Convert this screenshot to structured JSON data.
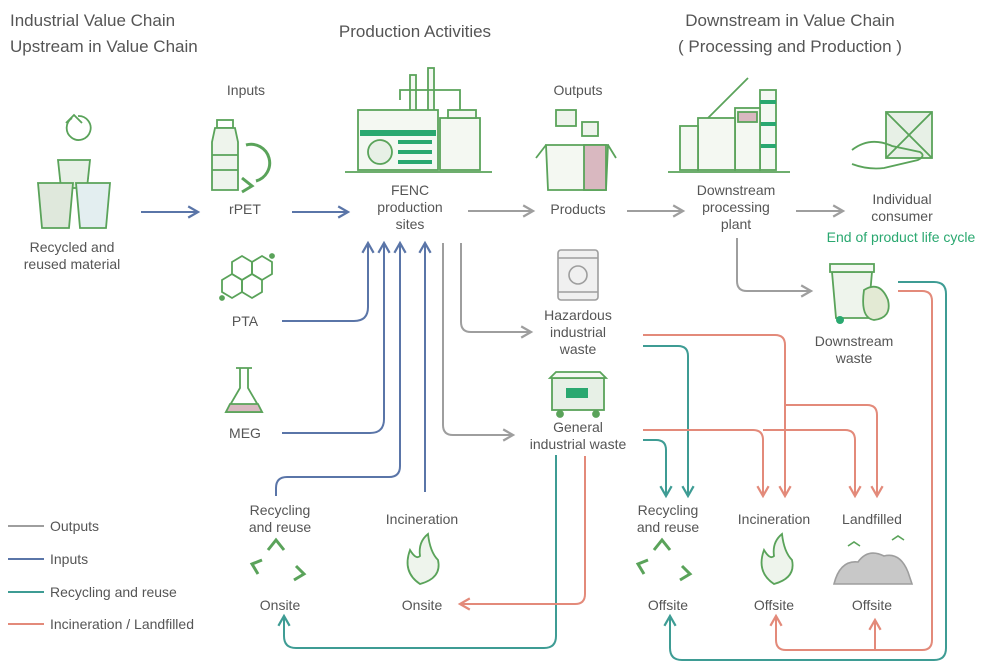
{
  "headers": {
    "left_line1": "Industrial Value Chain",
    "left_line2": "Upstream in Value Chain",
    "middle": "Production Activities",
    "right_line1": "Downstream in Value Chain",
    "right_line2": "( Processing and Production )"
  },
  "section_labels": {
    "inputs": "Inputs",
    "outputs": "Outputs"
  },
  "nodes": {
    "recycled_line1": "Recycled and",
    "recycled_line2": "reused material",
    "rpet": "rPET",
    "pta": "PTA",
    "meg": "MEG",
    "fenc_line1": "FENC",
    "fenc_line2": "production",
    "fenc_line3": "sites",
    "products": "Products",
    "downstream_plant_line1": "Downstream",
    "downstream_plant_line2": "processing",
    "downstream_plant_line3": "plant",
    "consumer_line1": "Individual",
    "consumer_line2": "consumer",
    "end_of_life": "End of product life cycle",
    "hazardous_line1": "Hazardous",
    "hazardous_line2": "industrial",
    "hazardous_line3": "waste",
    "general_line1": "General",
    "general_line2": "industrial waste",
    "downstream_waste_line1": "Downstream",
    "downstream_waste_line2": "waste",
    "onsite_recycling_line1": "Recycling",
    "onsite_recycling_line2": "and reuse",
    "onsite_recycling_sub": "Onsite",
    "onsite_incineration": "Incineration",
    "onsite_incineration_sub": "Onsite",
    "offsite_recycling_line1": "Recycling",
    "offsite_recycling_line2": "and reuse",
    "offsite_recycling_sub": "Offsite",
    "offsite_incineration": "Incineration",
    "offsite_incineration_sub": "Offsite",
    "landfilled": "Landfilled",
    "landfilled_sub": "Offsite"
  },
  "legend": [
    {
      "label": "Outputs",
      "color": "#9e9e9e"
    },
    {
      "label": "Inputs",
      "color": "#5a75a8"
    },
    {
      "label": "Recycling and reuse",
      "color": "#3e9c94"
    },
    {
      "label": "Incineration / Landfilled",
      "color": "#e38a7a"
    }
  ],
  "colors": {
    "outputs": "#9e9e9e",
    "inputs": "#5a75a8",
    "recycling": "#3e9c94",
    "incineration": "#e38a7a",
    "icon_green": "#5aa35a",
    "accent_green": "#2aa870",
    "pink": "#d9b8c0"
  }
}
